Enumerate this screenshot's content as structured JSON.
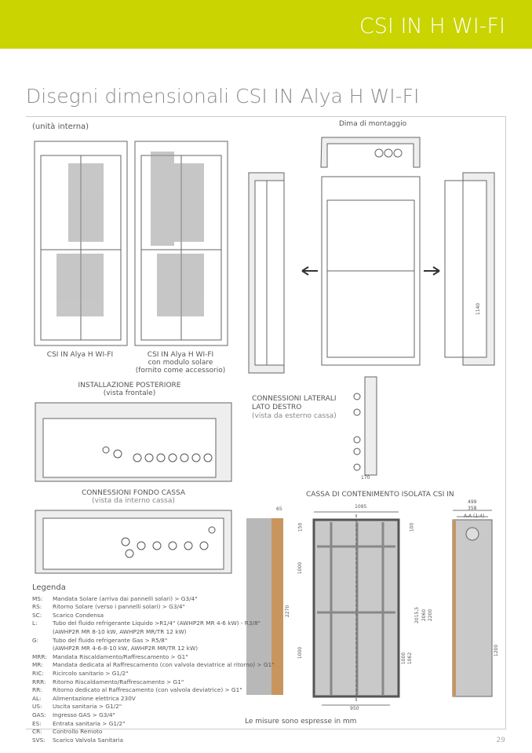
{
  "header": {
    "product": "CSI IN H WI-FI"
  },
  "title": "Disegni dimensionali CSI IN Alya H WI-FI",
  "labels": {
    "unit": "(unità interna)",
    "dima": "Dima di montaggio",
    "unit1": "CSI IN Alya H WI-FI",
    "unit2a": "CSI IN Alya H WI-FI",
    "unit2b": "con modulo solare",
    "unit2c": "(fornito come accessorio)",
    "post": "INSTALLAZIONE POSTERIORE",
    "post_sub": "(vista frontale)",
    "lat1": "CONNESSIONI LATERALI",
    "lat2": "LATO DESTRO",
    "lat_sub": "(vista da esterno cassa)",
    "fondo": "CONNESSIONI FONDO CASSA",
    "fondo_sub": "(vista da interno cassa)",
    "cassa": "CASSA DI CONTENIMENTO ISOLATA CSI IN",
    "note": "Le misure sono espresse in mm"
  },
  "dims": {
    "d65": "65",
    "d1095": "1095",
    "d150": "150",
    "d100": "100",
    "d1000a": "1000",
    "d1000b": "1000",
    "d2270": "2270",
    "d2015": "2015,5",
    "d2060": "2060",
    "d2200": "2200",
    "d1000c": "1000",
    "d1062": "1062",
    "d950": "950",
    "d499": "499",
    "d358": "358",
    "aa": "A-A (1:4)",
    "d1200": "1200",
    "d1140": "1140",
    "d170": "170"
  },
  "legend": {
    "title": "Legenda",
    "items": [
      {
        "k": "MS:",
        "v": "Mandata Solare (arriva dai pannelli solari) > G3/4\""
      },
      {
        "k": "RS:",
        "v": "Ritorno Solare (verso i pannelli solari) > G3/4\""
      },
      {
        "k": "SC:",
        "v": "Scarico Condensa"
      },
      {
        "k": "L:",
        "v": "Tubo del fluido refrigerante Liquido >R1/4\" (AWHP2R MR 4-6 kW) - R3/8\""
      },
      {
        "k": "",
        "v": "(AWHP2R MR 8-10 kW, AWHP2R MR/TR 12 kW)"
      },
      {
        "k": "G:",
        "v": "Tubo del fluido refrigerante Gas > R5/8\""
      },
      {
        "k": "",
        "v": "(AWHP2R MR 4-6-8-10 kW, AWHP2R MR/TR 12 kW)"
      },
      {
        "k": "MRR:",
        "v": "Mandata Riscaldamento/Raffrescamento > G1\""
      },
      {
        "k": "MR:",
        "v": "Mandata dedicata al Raffrescamento (con valvola deviatrice al ritorno) > G1\""
      },
      {
        "k": "RIC:",
        "v": "Ricircolo sanitario > G1/2\""
      },
      {
        "k": "RRR:",
        "v": "Ritorno Riscaldamento/Raffrescamento > G1\""
      },
      {
        "k": "RR:",
        "v": "Ritorno dedicato al Raffrescamento (con valvola deviatrice) > G1\""
      },
      {
        "k": "AL:",
        "v": "Alimentazione elettrica 230V"
      },
      {
        "k": "US:",
        "v": "Uscita sanitaria > G1/2\""
      },
      {
        "k": "GAS:",
        "v": "Ingresso GAS > G3/4\""
      },
      {
        "k": "ES:",
        "v": "Entrata sanitaria > G1/2\""
      },
      {
        "k": "CR:",
        "v": "Controllo Remoto"
      },
      {
        "k": "SVS:",
        "v": "Scarico Valvola Sanitaria"
      }
    ]
  },
  "page_number": "29"
}
